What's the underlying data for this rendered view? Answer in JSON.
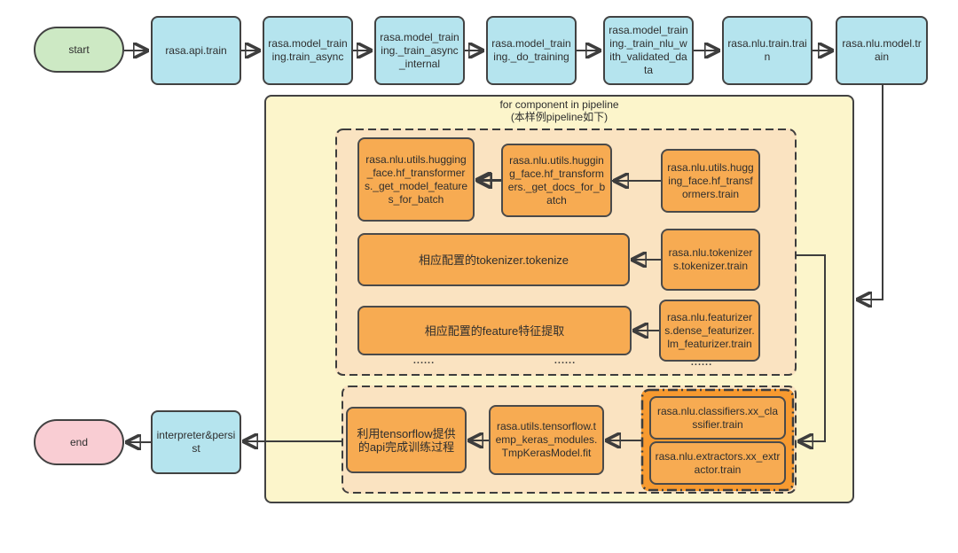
{
  "colors": {
    "start_fill": "#cde9c4",
    "end_fill": "#f9cdd3",
    "step_fill": "#b5e4ee",
    "loop_container_fill": "#fcf5cb",
    "stage_container_fill": "#fae3c1",
    "component_fill": "#f7ab52",
    "classifier_group_fill": "#f79a30",
    "stroke": "#3d3d3d"
  },
  "terminals": {
    "start": "start",
    "end": "end"
  },
  "top_flow": {
    "api_train": "rasa.api.train",
    "train_async": "rasa.model_training.train_async",
    "train_async_internal": "rasa.model_training._train_async_internal",
    "do_training": "rasa.model_training._do_training",
    "train_nlu_with_validated_data": "rasa.model_training._train_nlu_with_validated_data",
    "nlu_train": "rasa.nlu.train.train",
    "nlu_model_train": "rasa.nlu.model.train"
  },
  "loop": {
    "title_line1": "for component in pipeline",
    "title_line2": "(本样例pipeline如下)",
    "hf_get_model_features": "rasa.nlu.utils.hugging_face.hf_transformers._get_model_features_for_batch",
    "hf_get_docs": "rasa.nlu.utils.hugging_face.hf_transformers._get_docs_for_batch",
    "hf_train": "rasa.nlu.utils.hugging_face.hf_transformers.train",
    "tokenizer_tokenize": "相应配置的tokenizer.tokenize",
    "tokenizer_train": "rasa.nlu.tokenizers.tokenizer.train",
    "feature_extract": "相应配置的feature特征提取",
    "lm_featurizer_train": "rasa.nlu.featurizers.dense_featurizer.lm_featurizer.train",
    "ellipsis": "......",
    "tensorflow_api": "利用tensorflow提供的api完成训练过程",
    "tmp_keras_fit": "rasa.utils.tensorflow.temp_keras_modules.TmpKerasModel.fit",
    "classifier_train": "rasa.nlu.classifiers.xx_classifier.train",
    "extractor_train": "rasa.nlu.extractors.xx_extractor.train"
  },
  "outro": {
    "interpreter_persist": "interpreter&persist"
  }
}
